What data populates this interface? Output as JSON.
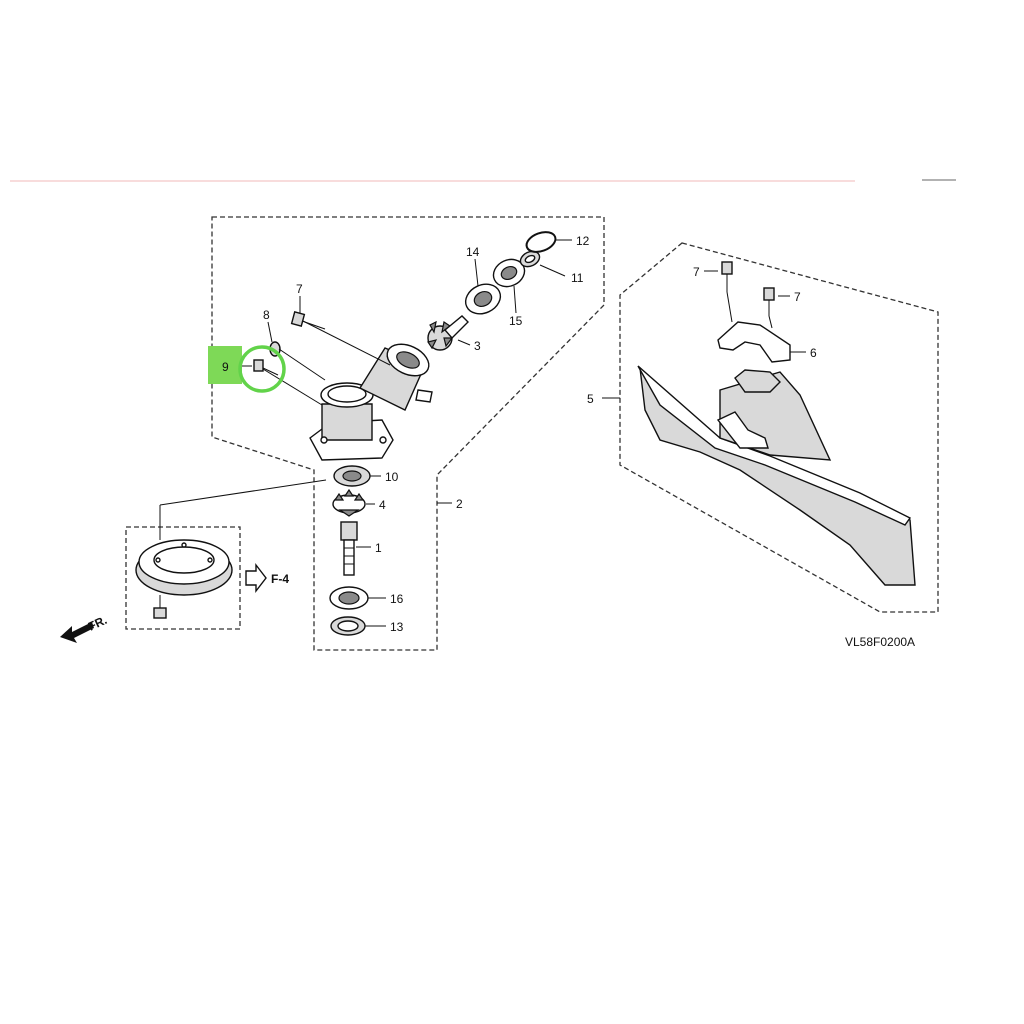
{
  "diagram_code": "VL58F0200A",
  "front_label": "FR.",
  "reference_label": "F-4",
  "highlight": {
    "label": "9",
    "color": "#7ed957",
    "ring_color": "#62d34a"
  },
  "callouts": {
    "p1": "1",
    "p2": "2",
    "p3": "3",
    "p4": "4",
    "p5": "5",
    "p6": "6",
    "p7a": "7",
    "p7b": "7",
    "p7c": "7",
    "p8": "8",
    "p10": "10",
    "p11": "11",
    "p12": "12",
    "p13": "13",
    "p14": "14",
    "p15": "15",
    "p16": "16"
  },
  "colors": {
    "rule_line": "#f2b8b8"
  }
}
